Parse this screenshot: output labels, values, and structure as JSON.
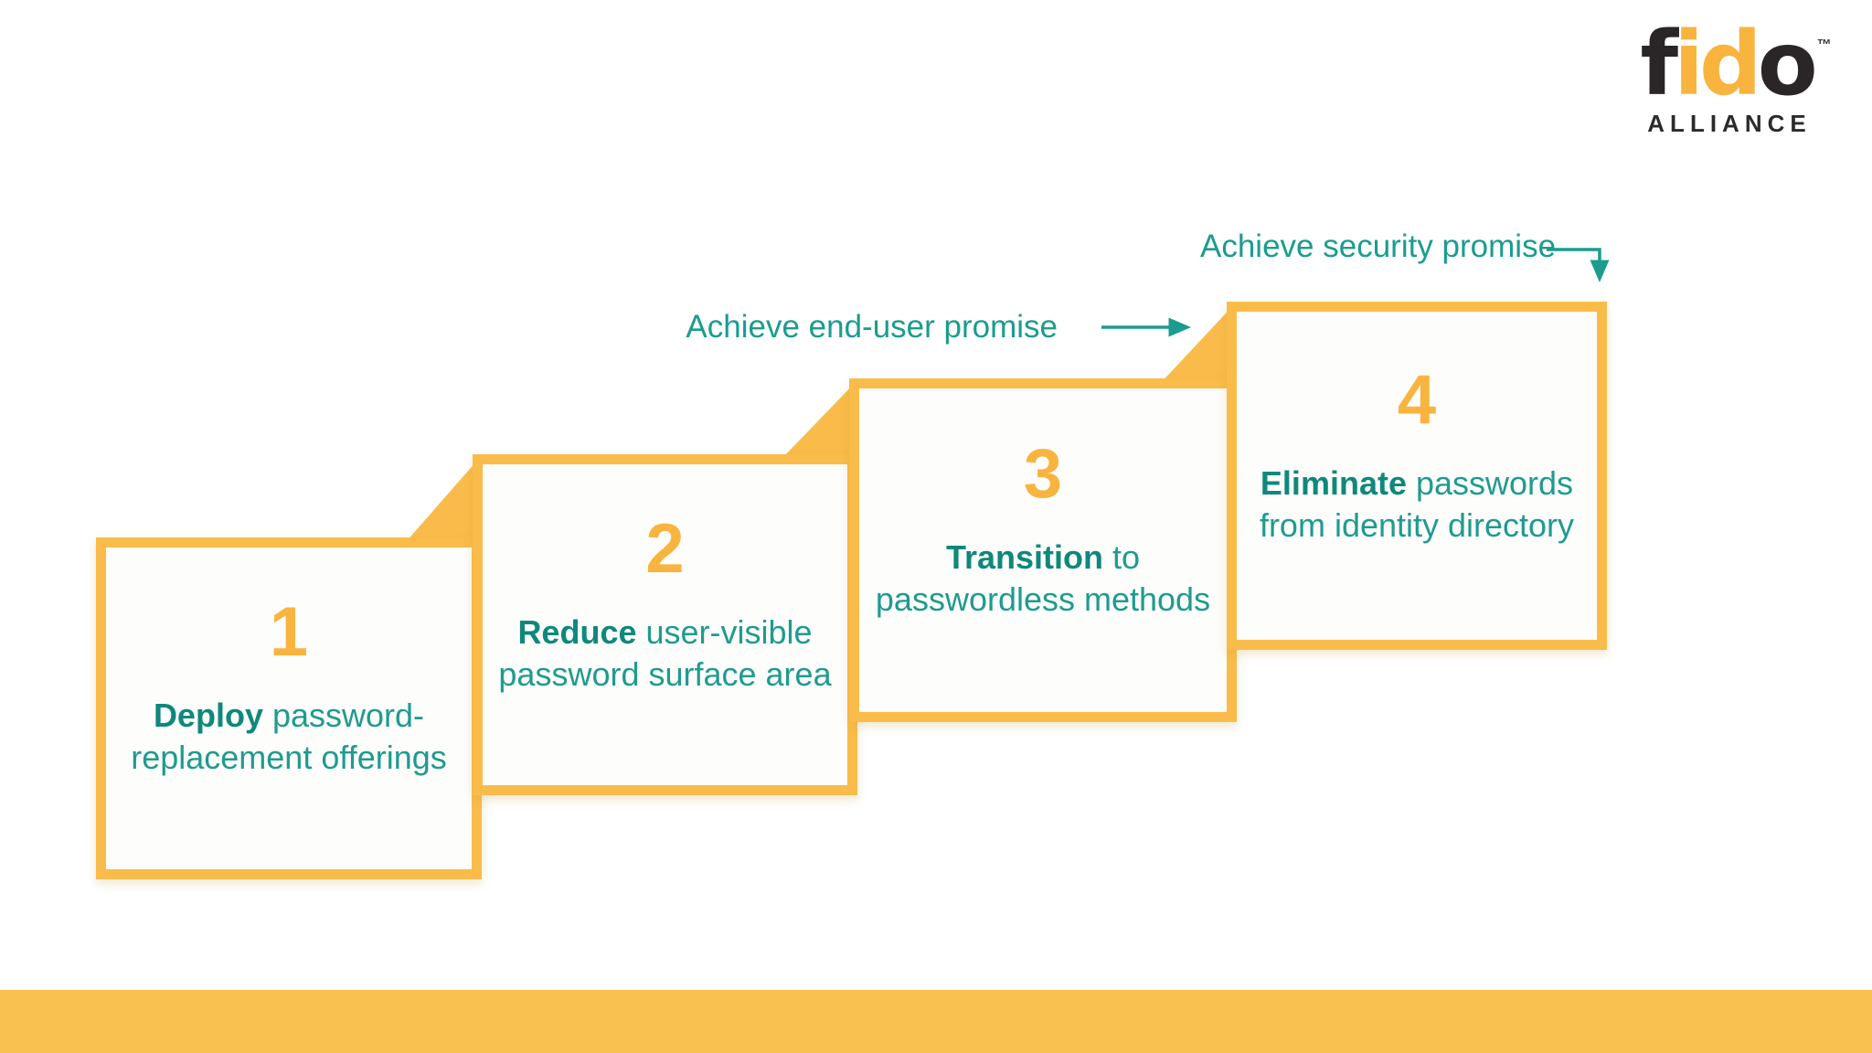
{
  "brand": {
    "wordmark_prefix": "f",
    "wordmark_highlight": "id",
    "wordmark_suffix": "o",
    "trademark": "™",
    "subtitle": "ALLIANCE"
  },
  "annotations": {
    "end_user_promise": "Achieve end-user promise",
    "security_promise": "Achieve security promise"
  },
  "steps": [
    {
      "number": "1",
      "line1_bold": "Deploy",
      "line1_rest": " password-",
      "line2": "replacement offerings"
    },
    {
      "number": "2",
      "line1_bold": "Reduce",
      "line1_rest": " user-visible",
      "line2": "password surface area"
    },
    {
      "number": "3",
      "line1_bold": "Transition",
      "line1_rest": " to",
      "line2": "passwordless methods"
    },
    {
      "number": "4",
      "line1_bold": "Eliminate",
      "line1_rest": " passwords",
      "line2": "from identity directory"
    }
  ],
  "colors": {
    "accent_yellow": "#F9BC4A",
    "number_yellow": "#F8B43E",
    "teal_text": "#1F9B8E",
    "teal_bold": "#0F887B",
    "annotation_teal": "#1B9C8F",
    "footer_bar": "#F9C150",
    "logo_black": "#2A2627",
    "logo_yellow": "#F8B43E",
    "box_fill": "#FDFDFC"
  }
}
